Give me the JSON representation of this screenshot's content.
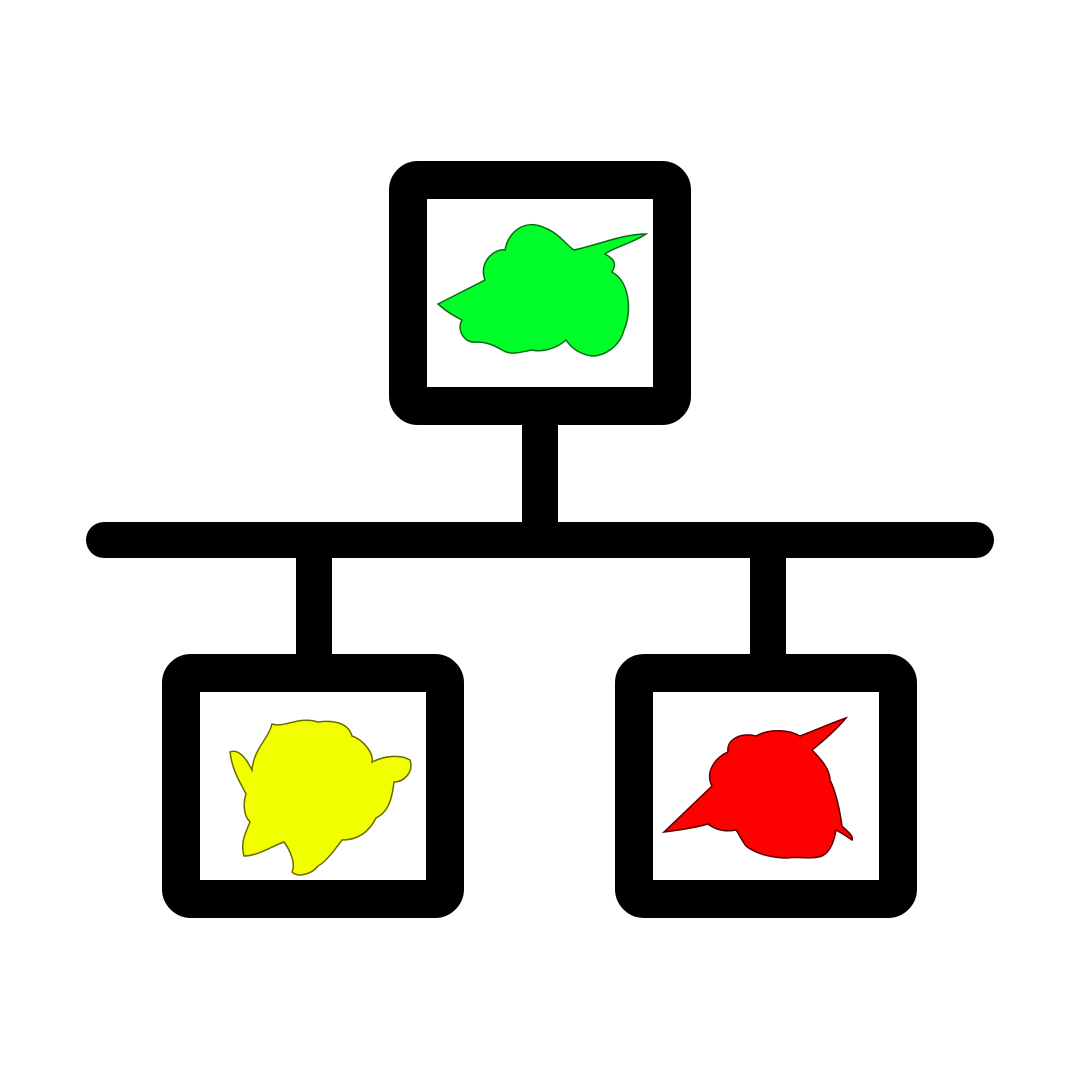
{
  "diagram": {
    "nodes": [
      {
        "id": "top",
        "blob_color": "#00ff2a",
        "blob_stroke": "#0b6b12"
      },
      {
        "id": "bottom-left",
        "blob_color": "#f2ff00",
        "blob_stroke": "#6b6b00"
      },
      {
        "id": "bottom-right",
        "blob_color": "#ff0000",
        "blob_stroke": "#5a0000"
      }
    ],
    "line_color": "#000000",
    "background": "#ffffff"
  }
}
